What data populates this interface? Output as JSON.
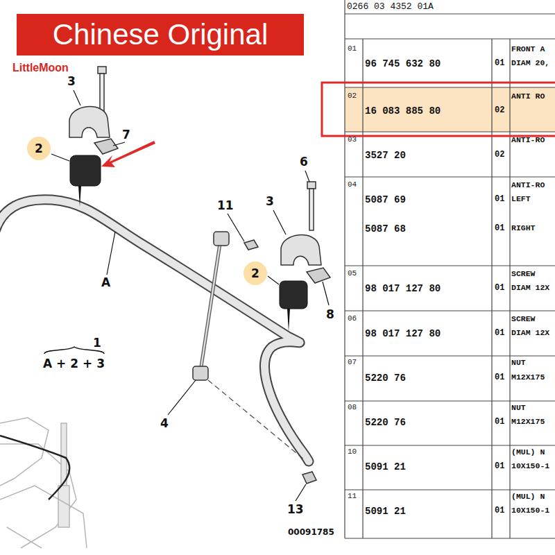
{
  "diagram": {
    "nodes": [
      {
        "text": [
          "Chinese Original"
        ]
      },
      {
        "text": [
          "2"
        ]
      },
      {
        "text": [
          "2"
        ]
      }
    ],
    "labels": [
      "LittleMoon",
      "3",
      "7",
      "6",
      "11",
      "3",
      "8",
      "A",
      "1",
      "A + 2 + 3",
      "4",
      "13",
      "00091785",
      "0266 03 4352 01A",
      "01",
      "96 745 632 80",
      "01",
      "FRONT A",
      "DIAM 20,",
      "02",
      "16 083 885 80",
      "02",
      "ANTI RO",
      "03",
      "3527 20",
      "02",
      "ANTI-RO",
      "04",
      "5087 69",
      "01",
      "ANTI-RO",
      "LEFT",
      "5087 68",
      "01",
      "RIGHT",
      "05",
      "98 017 127 80",
      "01",
      "SCREW",
      "DIAM 12X",
      "06",
      "98 017 127 80",
      "01",
      "SCREW",
      "DIAM 12X",
      "07",
      "5220 76",
      "01",
      "NUT",
      "M12X175",
      "08",
      "5220 76",
      "01",
      "NUT",
      "M12X175",
      "10",
      "5091 21",
      "01",
      "(MUL) N",
      "10X150-1",
      "11",
      "5091 21",
      "01",
      "(MUL) N",
      "10X150-1"
    ]
  }
}
